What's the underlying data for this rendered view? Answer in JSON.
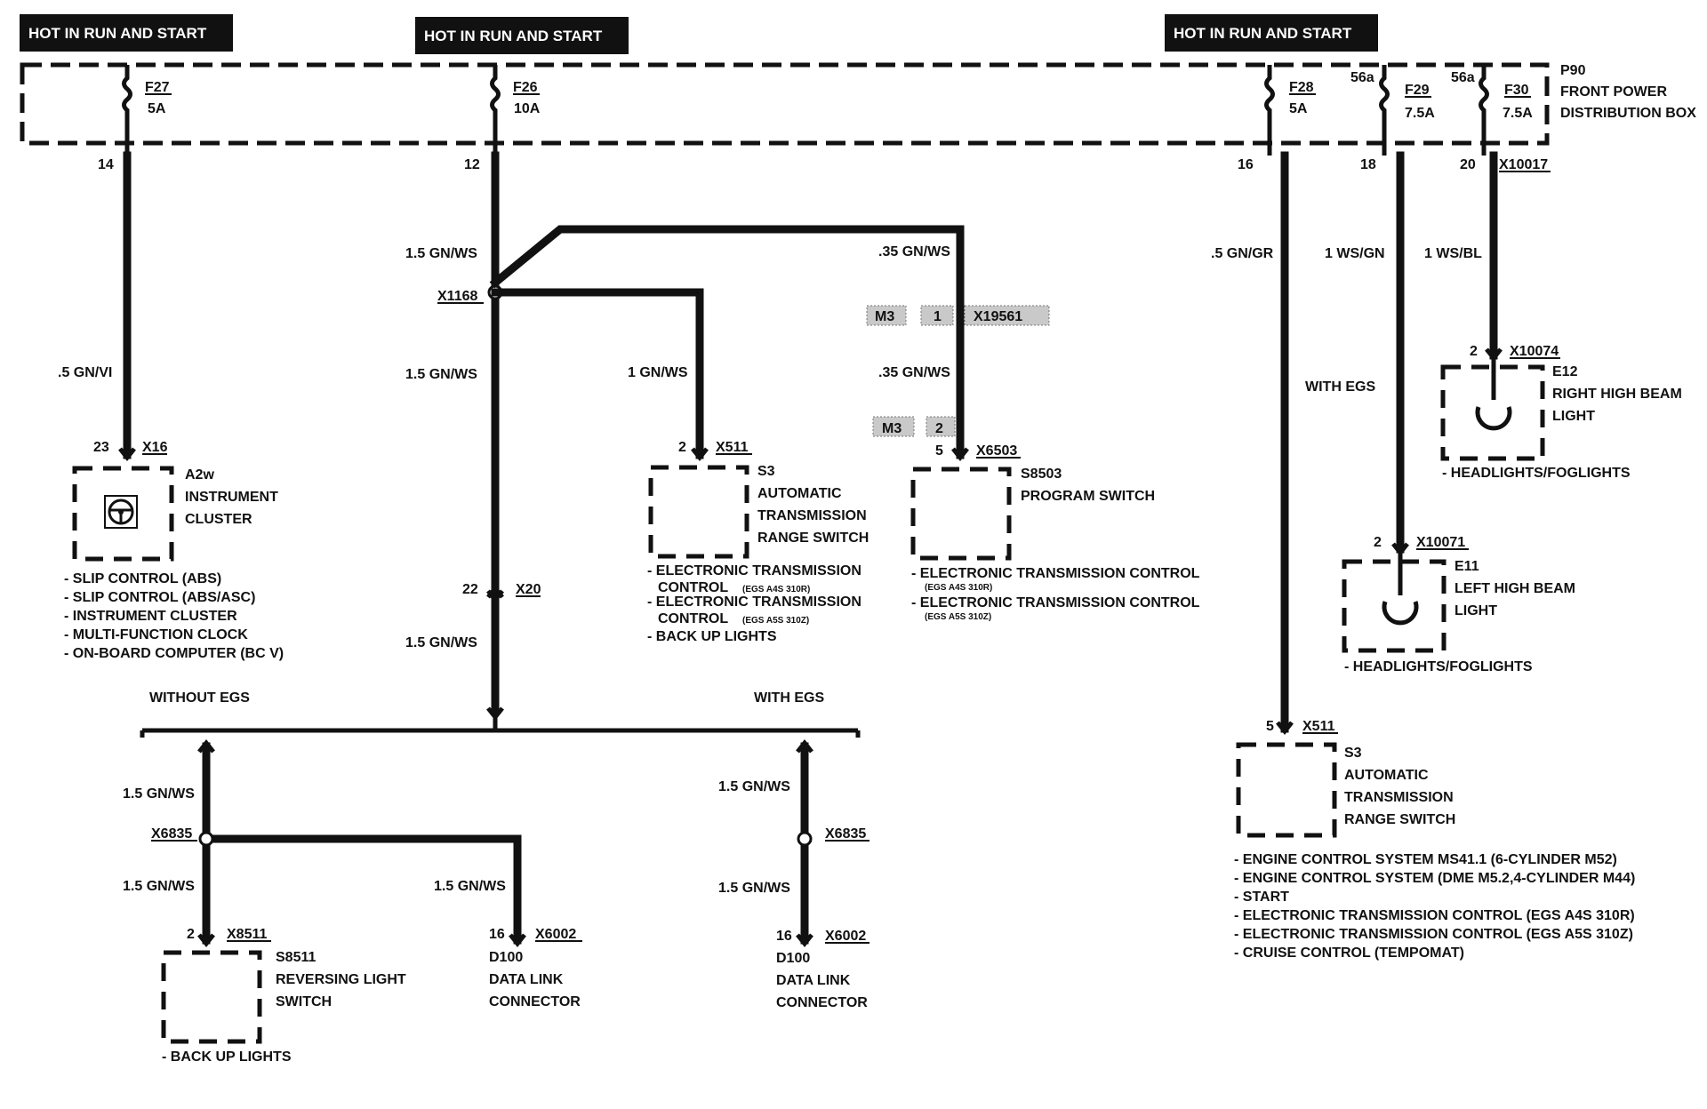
{
  "headers": [
    "HOT IN RUN AND START",
    "HOT IN RUN AND START",
    "HOT IN RUN AND START"
  ],
  "power_box": {
    "id": "P90",
    "line1": "FRONT POWER",
    "line2": "DISTRIBUTION BOX"
  },
  "fuses": [
    {
      "id": "F27",
      "rating": "5A",
      "pin": "14"
    },
    {
      "id": "F26",
      "rating": "10A",
      "pin": "12"
    },
    {
      "id": "F28",
      "rating": "5A",
      "pin": "16"
    },
    {
      "id": "F29",
      "rating": "7.5A",
      "pin": "18",
      "feed": "56a"
    },
    {
      "id": "F30",
      "rating": "7.5A",
      "pin": "20",
      "feed": "56a",
      "connector": "X10017"
    }
  ],
  "wires": {
    "w1": ".5 GN/VI",
    "w2a": "1.5 GN/WS",
    "w2b": "1.5 GN/WS",
    "w2c": "1.5 GN/WS",
    "w3": "1 GN/WS",
    "w4a": ".35 GN/WS",
    "w4b": ".35 GN/WS",
    "w5": ".5 GN/GR",
    "w6": "1 WS/GN",
    "w7": "1 WS/BL",
    "w8a": "1.5 GN/WS",
    "w8b": "1.5 GN/WS",
    "w9": "1.5 GN/WS",
    "w10a": "1.5 GN/WS",
    "w10b": "1.5 GN/WS"
  },
  "splices": {
    "s1": "X1168",
    "s2": "X6835",
    "s3": "X6835"
  },
  "connectors": {
    "x16": {
      "pin": "23",
      "id": "X16"
    },
    "x20": {
      "pin": "22",
      "id": "X20"
    },
    "x511a": {
      "pin": "2",
      "id": "X511"
    },
    "x6503": {
      "pin": "5",
      "id": "X6503"
    },
    "x19561": {
      "id": "X19561",
      "t1": "M3",
      "t2": "1"
    },
    "x6503tag": {
      "t1": "M3",
      "t2": "2"
    },
    "x511b": {
      "pin": "5",
      "id": "X511"
    },
    "x10071": {
      "pin": "2",
      "id": "X10071"
    },
    "x10074": {
      "pin": "2",
      "id": "X10074"
    },
    "x8511": {
      "pin": "2",
      "id": "X8511"
    },
    "x6002a": {
      "pin": "16",
      "id": "X6002"
    },
    "x6002b": {
      "pin": "16",
      "id": "X6002"
    }
  },
  "notes": {
    "with_egs_1": "WITH EGS",
    "without_egs": "WITHOUT EGS",
    "with_egs_2": "WITH EGS"
  },
  "components": {
    "a2w": {
      "id": "A2w",
      "l1": "INSTRUMENT",
      "l2": "CLUSTER",
      "refs": [
        "- SLIP CONTROL (ABS)",
        "- SLIP CONTROL (ABS/ASC)",
        "- INSTRUMENT CLUSTER",
        "- MULTI-FUNCTION CLOCK",
        "- ON-BOARD COMPUTER (BC V)"
      ]
    },
    "s3a": {
      "id": "S3",
      "l1": "AUTOMATIC",
      "l2": "TRANSMISSION",
      "l3": "RANGE SWITCH",
      "r1": "- ELECTRONIC TRANSMISSION",
      "r1b": "CONTROL",
      "r1s": "(EGS A4S 310R)",
      "r2": "- ELECTRONIC TRANSMISSION",
      "r2b": "CONTROL",
      "r2s": "(EGS A5S 310Z)",
      "r3": "- BACK UP LIGHTS"
    },
    "s8503": {
      "id": "S8503",
      "l1": "PROGRAM SWITCH",
      "r1": "- ELECTRONIC TRANSMISSION CONTROL",
      "r1s": "(EGS A4S 310R)",
      "r2": "- ELECTRONIC TRANSMISSION CONTROL",
      "r2s": "(EGS A5S 310Z)"
    },
    "s3b": {
      "id": "S3",
      "l1": "AUTOMATIC",
      "l2": "TRANSMISSION",
      "l3": "RANGE SWITCH",
      "refs": [
        "- ENGINE CONTROL SYSTEM MS41.1 (6-CYLINDER M52)",
        "- ENGINE CONTROL SYSTEM (DME M5.2,4-CYLINDER M44)",
        "- START",
        "- ELECTRONIC TRANSMISSION CONTROL (EGS A4S 310R)",
        "- ELECTRONIC TRANSMISSION CONTROL (EGS A5S 310Z)",
        "- CRUISE CONTROL (TEMPOMAT)"
      ]
    },
    "e11": {
      "id": "E11",
      "l1": "LEFT HIGH BEAM",
      "l2": "LIGHT",
      "ref": "- HEADLIGHTS/FOGLIGHTS"
    },
    "e12": {
      "id": "E12",
      "l1": "RIGHT HIGH BEAM",
      "l2": "LIGHT",
      "ref": "- HEADLIGHTS/FOGLIGHTS"
    },
    "s8511": {
      "id": "S8511",
      "l1": "REVERSING LIGHT",
      "l2": "SWITCH",
      "ref": "- BACK UP LIGHTS"
    },
    "d100a": {
      "id": "D100",
      "l1": "DATA LINK",
      "l2": "CONNECTOR"
    },
    "d100b": {
      "id": "D100",
      "l1": "DATA LINK",
      "l2": "CONNECTOR"
    }
  }
}
